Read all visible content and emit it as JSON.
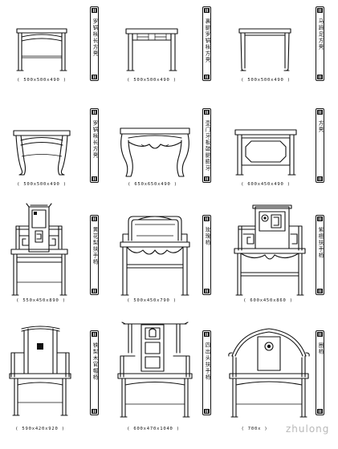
{
  "items": [
    {
      "name": "罗锅枨长方凳",
      "dims": "( 500x500x490 )"
    },
    {
      "name": "裹腿罗锅枨方凳",
      "dims": "( 500x500x490 )"
    },
    {
      "name": "马蹄足方凳",
      "dims": "( 500x500x490 )"
    },
    {
      "name": "罗锅枨长方凳",
      "dims": "( 500x500x490 )"
    },
    {
      "name": "壶门牙板鼓腿膨牙方凳",
      "dims": "( 650x650x490 )"
    },
    {
      "name": "方凳",
      "dims": "( 600x450x490 )"
    },
    {
      "name": "黄花梨扶手椅",
      "dims": "( 550x450x890 )"
    },
    {
      "name": "玫瑰椅",
      "dims": "( 500x450x790 )"
    },
    {
      "name": "紫檀扶手椅",
      "dims": "( 600x450x860 )"
    },
    {
      "name": "铁梨木官帽椅",
      "dims": "( 590x420x920 )"
    },
    {
      "name": "四出头扶手椅",
      "dims": "( 600x470x1040 )"
    },
    {
      "name": "圈椅",
      "dims": "( 700x   )"
    }
  ],
  "watermark": "zhulong"
}
